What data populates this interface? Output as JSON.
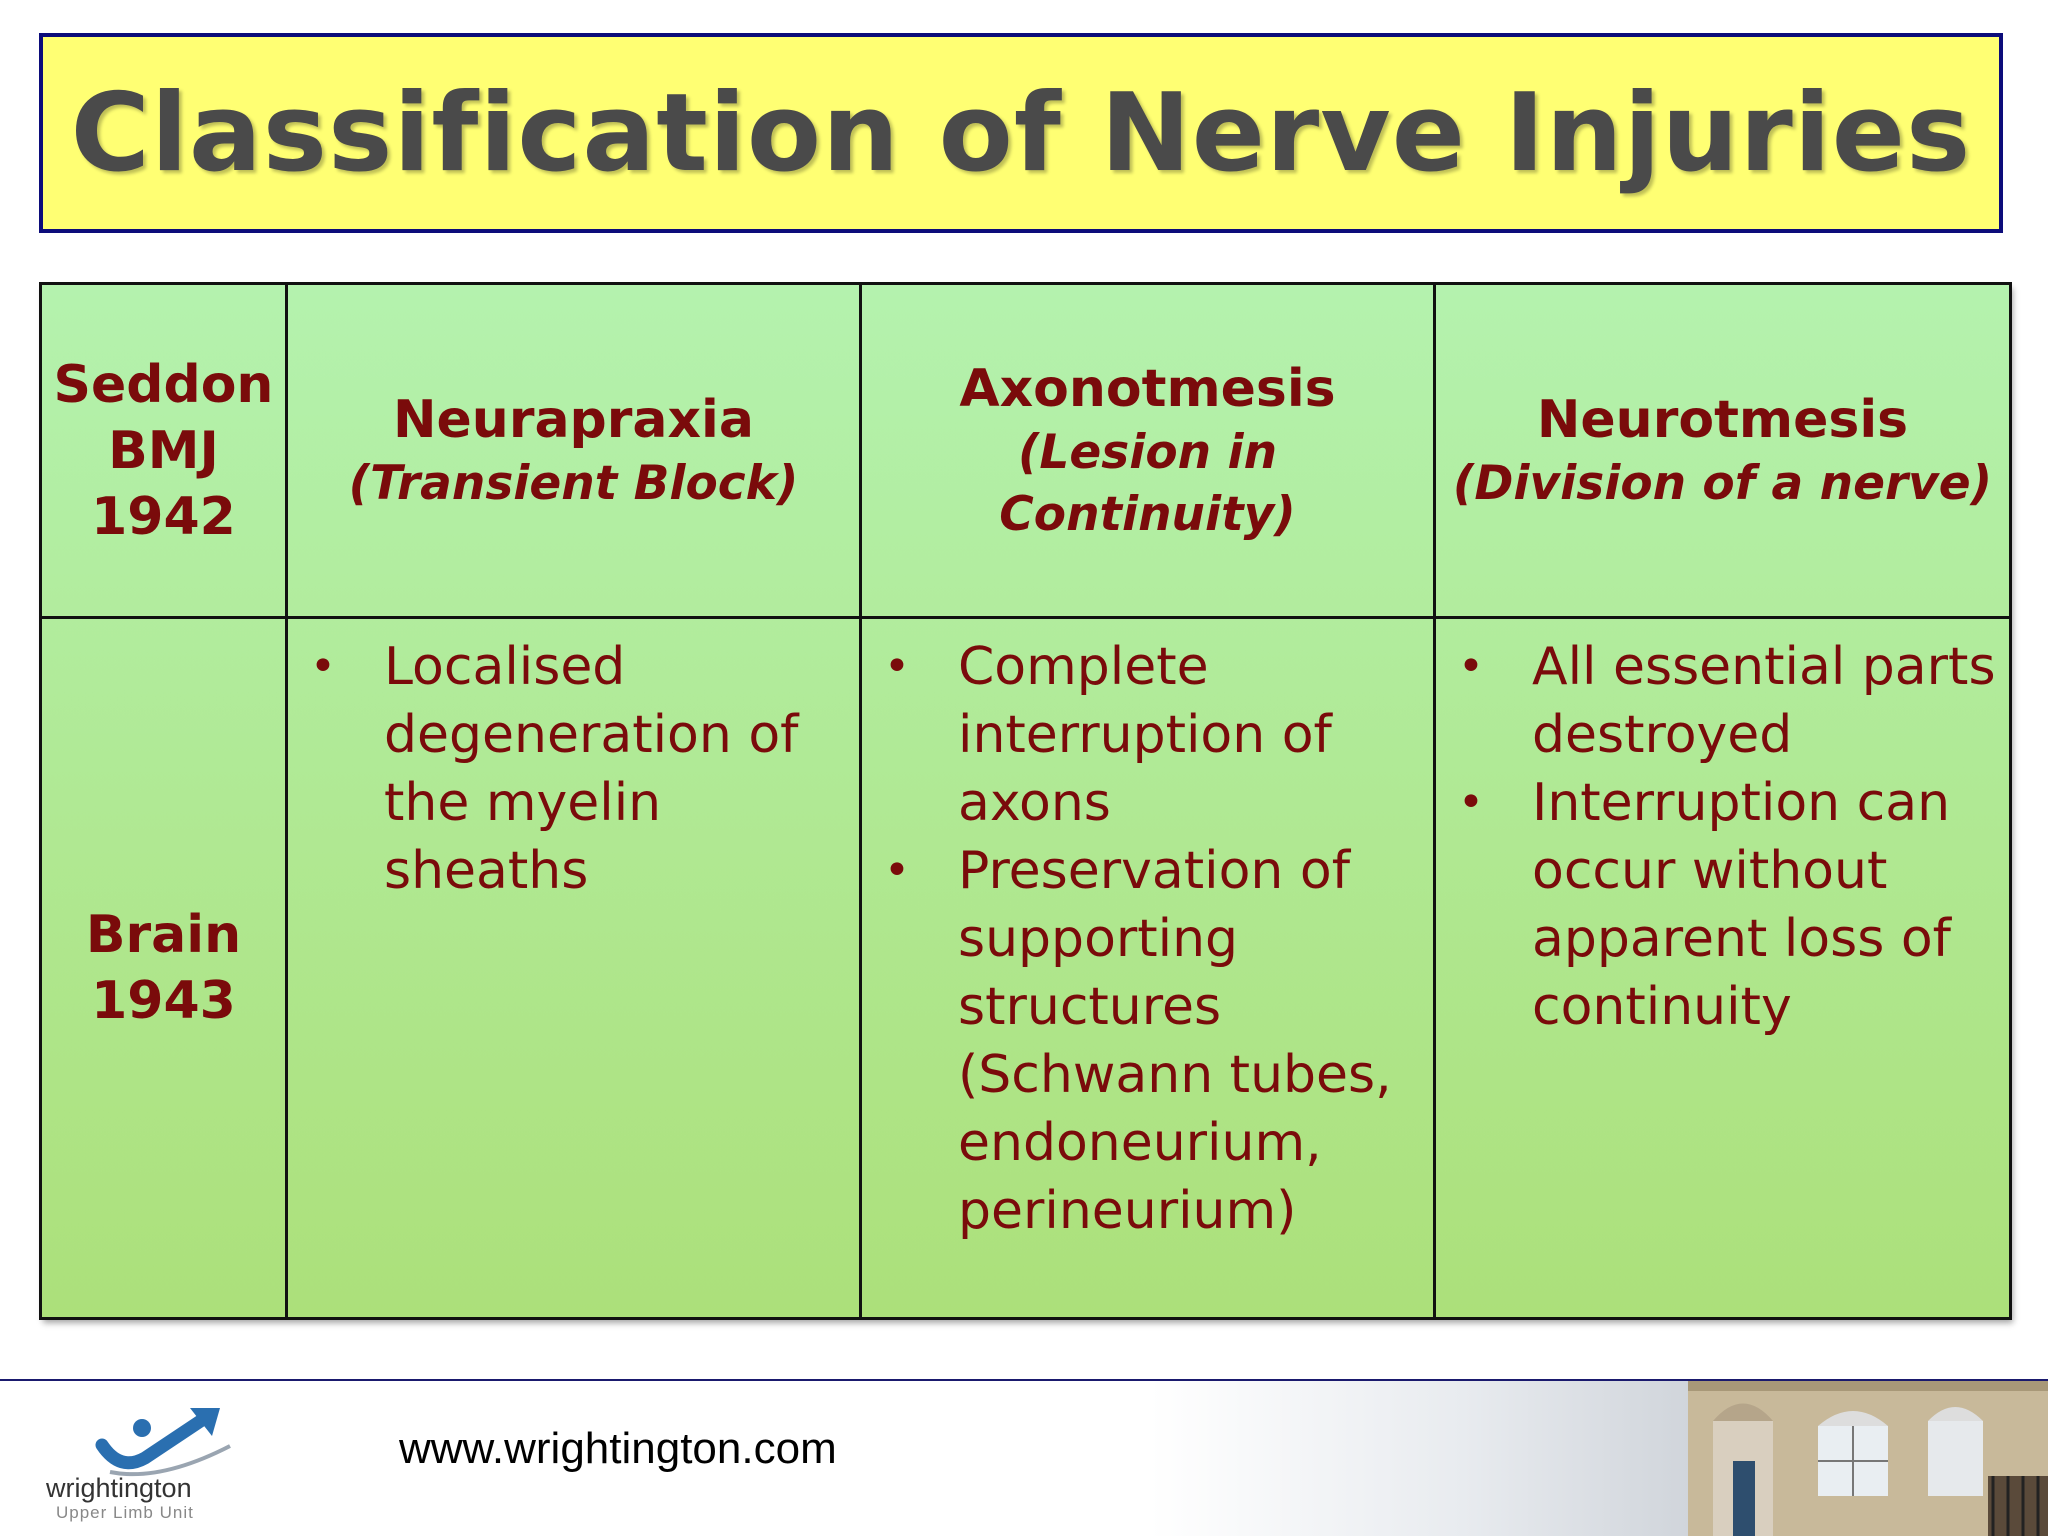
{
  "title": "Classification of Nerve Injuries",
  "table": {
    "row_labels": {
      "header": [
        "Seddon",
        "BMJ",
        "1942"
      ],
      "body": [
        "Brain",
        "1943"
      ]
    },
    "columns": [
      {
        "name": "Neurapraxia",
        "subtitle": "(Transient Block)",
        "bullets": [
          "Localised degeneration of the myelin sheaths"
        ]
      },
      {
        "name": "Axonotmesis",
        "subtitle": "(Lesion in Continuity)",
        "bullets": [
          "Complete interruption of axons",
          "Preservation of supporting structures (Schwann tubes, endoneurium, perineurium)"
        ]
      },
      {
        "name": "Neurotmesis",
        "subtitle": "(Division of a nerve)",
        "bullets": [
          "All essential parts destroyed",
          "Interruption can occur without apparent loss of continuity"
        ]
      }
    ],
    "bullet_glyph": "•"
  },
  "footer": {
    "url": "www.wrightington.com",
    "logo_name": "wrightington",
    "logo_sub": "Upper Limb Unit"
  },
  "colors": {
    "title_background": "#ffff73",
    "title_border": "#0c0c7a",
    "title_text": "#4a4a4a",
    "table_green_top": "#b4f2ae",
    "table_green_bottom": "#ace07a",
    "table_text": "#7a0b0b"
  }
}
